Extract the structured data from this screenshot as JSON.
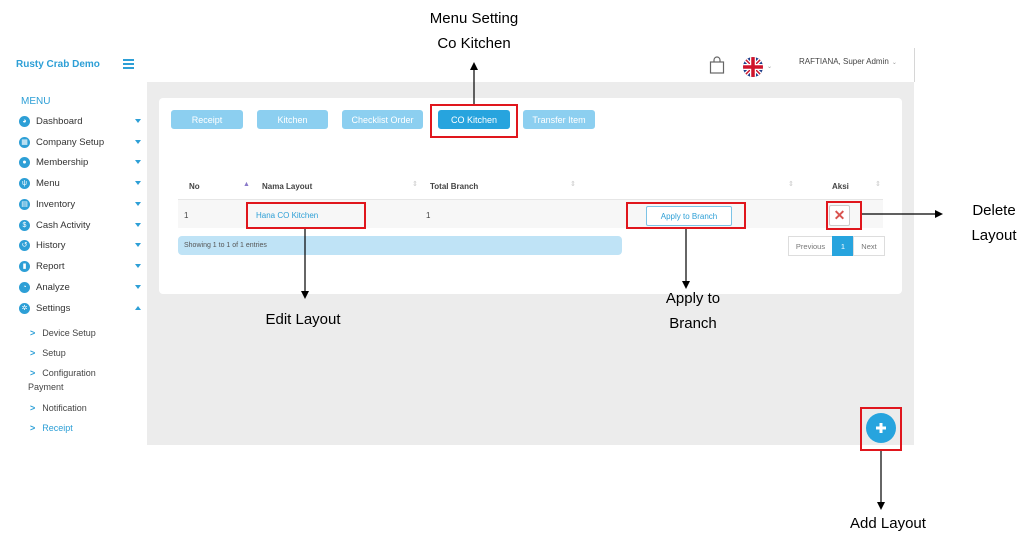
{
  "sidebar": {
    "brand": "Rusty Crab Demo",
    "menu_title": "MENU",
    "items": [
      {
        "label": "Dashboard",
        "icon": "dashboard-icon",
        "glyph": "◕"
      },
      {
        "label": "Company Setup",
        "icon": "building-icon",
        "glyph": "▦"
      },
      {
        "label": "Membership",
        "icon": "users-icon",
        "glyph": "●"
      },
      {
        "label": "Menu",
        "icon": "utensils-icon",
        "glyph": "ψ"
      },
      {
        "label": "Inventory",
        "icon": "inventory-icon",
        "glyph": "▤"
      },
      {
        "label": "Cash Activity",
        "icon": "dollar-icon",
        "glyph": "$"
      },
      {
        "label": "History",
        "icon": "history-icon",
        "glyph": "↺"
      },
      {
        "label": "Report",
        "icon": "report-icon",
        "glyph": "▮"
      },
      {
        "label": "Analyze",
        "icon": "pie-chart-icon",
        "glyph": "◔"
      },
      {
        "label": "Settings",
        "icon": "gear-icon",
        "glyph": "✲"
      }
    ],
    "sub_items": [
      {
        "label": "Device Setup"
      },
      {
        "label": "Setup"
      },
      {
        "label": "Configuration",
        "continuation": "Payment"
      },
      {
        "label": "Notification"
      },
      {
        "label": "Receipt"
      }
    ]
  },
  "header": {
    "user": "RAFTIANA, Super Admin",
    "flag_caret": "⌄",
    "user_caret": "⌄"
  },
  "tabs": [
    "Receipt",
    "Kitchen",
    "Checklist Order",
    "CO Kitchen",
    "Transfer Item"
  ],
  "active_tab": "CO Kitchen",
  "table": {
    "headers": [
      "No",
      "Nama Layout",
      "Total Branch",
      "Aksi"
    ],
    "rows": [
      {
        "no": "1",
        "name": "Hana CO Kitchen",
        "total_branch": "1",
        "apply_label": "Apply to Branch",
        "delete_glyph": "✕"
      }
    ],
    "showing": "Showing 1 to 1 of 1 entries",
    "pagination": {
      "previous": "Previous",
      "current": "1",
      "next": "Next"
    }
  },
  "annotations": {
    "menu_setting": [
      "Menu Setting",
      "Co Kitchen"
    ],
    "edit_layout": "Edit Layout",
    "apply_branch": [
      "Apply to",
      "Branch"
    ],
    "delete_layout": [
      "Delete",
      "Layout"
    ],
    "add_layout": "Add Layout"
  },
  "colors": {
    "accent": "#27a4de",
    "tab_inactive": "#8ccff0",
    "highlight": "#e0161d",
    "danger": "#d9534f"
  }
}
